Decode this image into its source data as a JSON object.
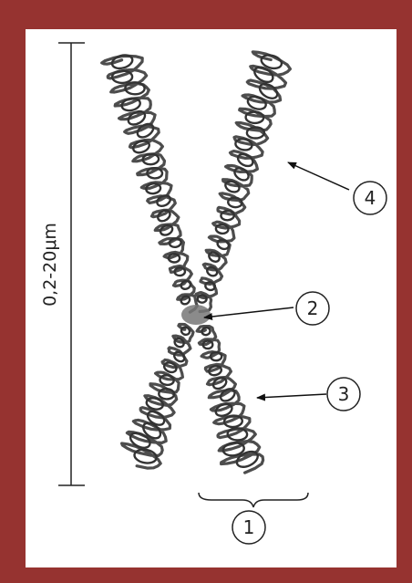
{
  "diagram": {
    "scale_label": "0,2-20μm",
    "callouts": [
      {
        "id": "1",
        "label": "1"
      },
      {
        "id": "2",
        "label": "2"
      },
      {
        "id": "3",
        "label": "3"
      },
      {
        "id": "4",
        "label": "4"
      }
    ],
    "colors": {
      "frame": "#963330",
      "chromosome": "#4d4d4d",
      "centromere": "#777777",
      "background": "#ffffff"
    }
  }
}
